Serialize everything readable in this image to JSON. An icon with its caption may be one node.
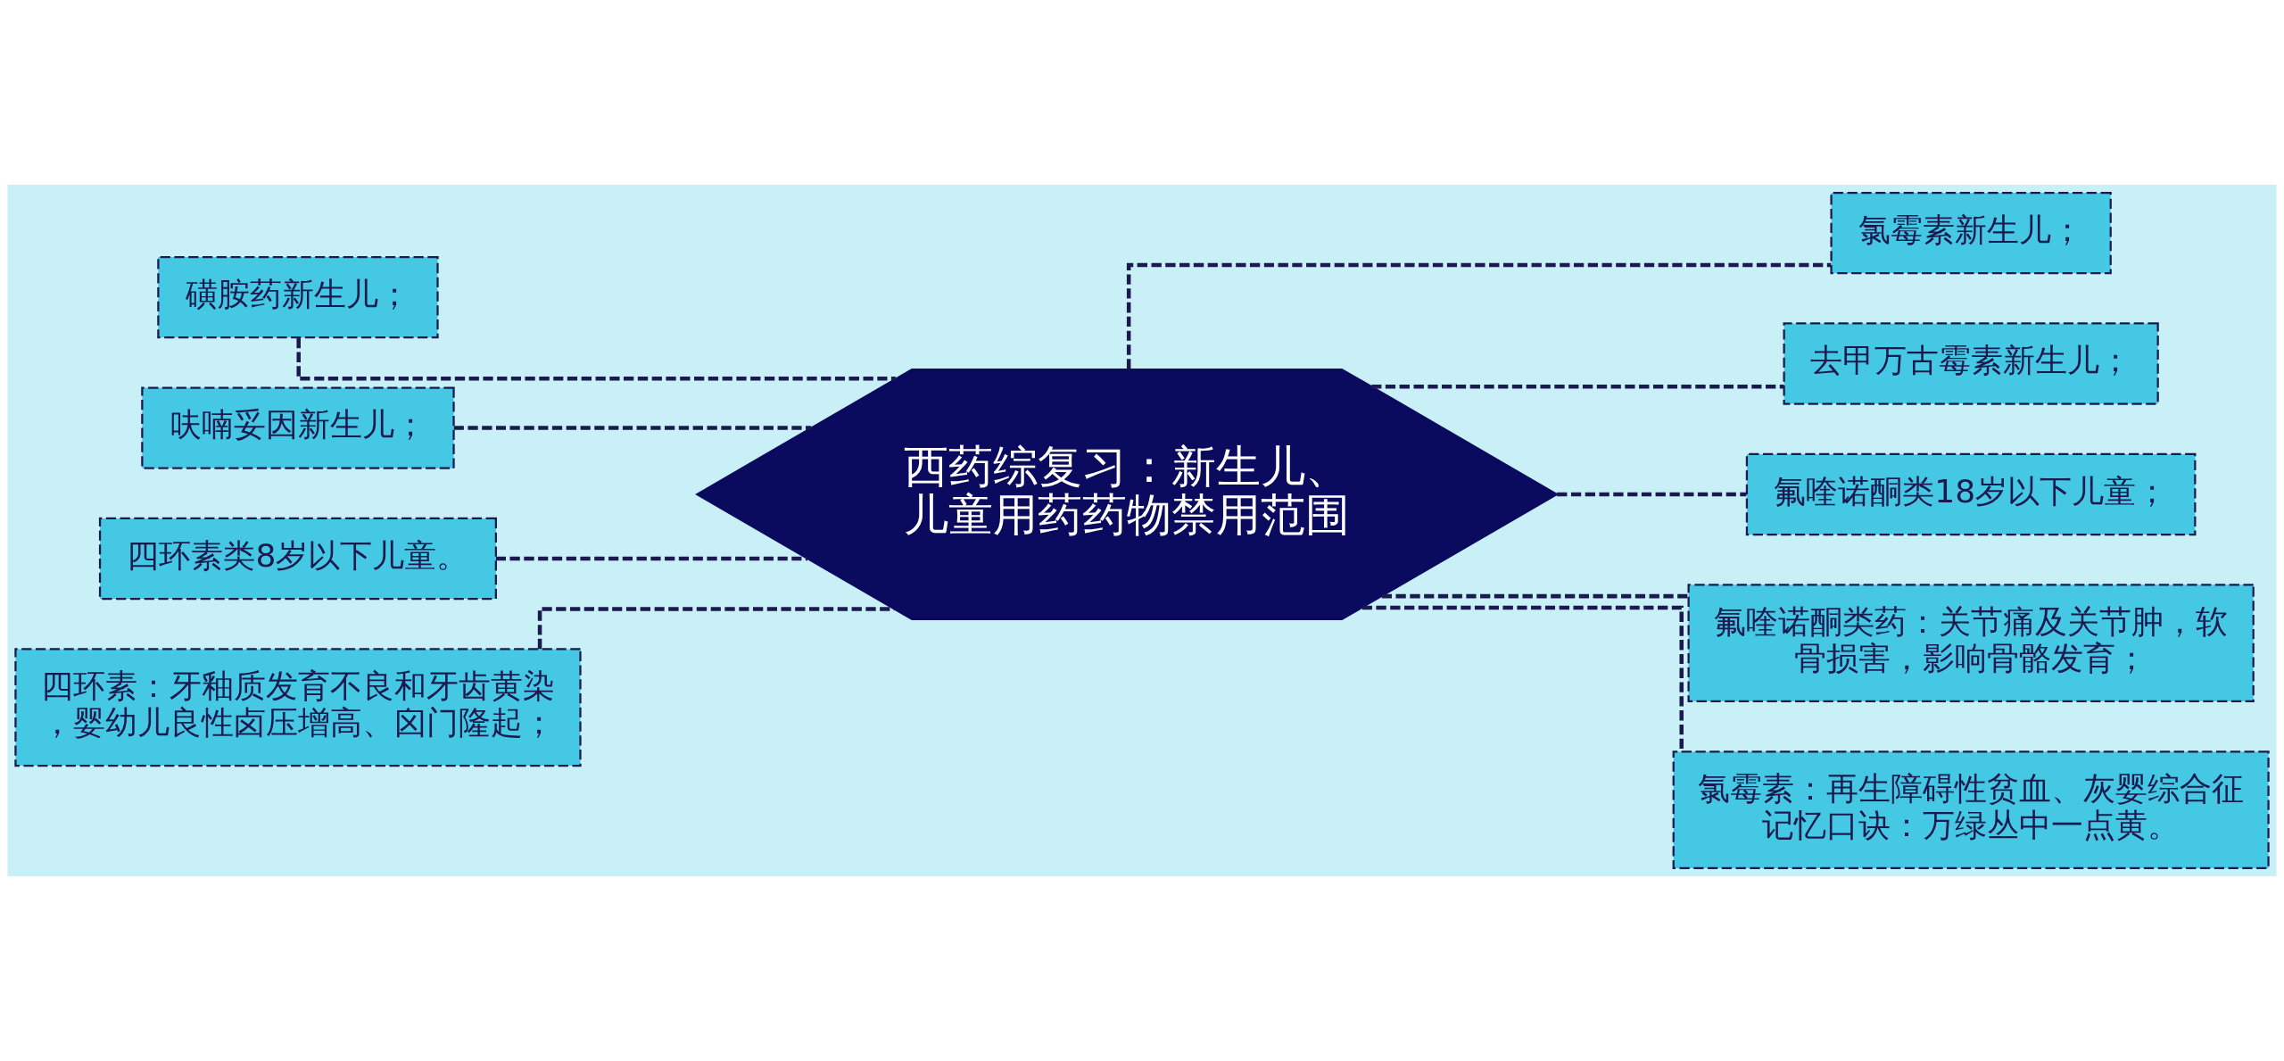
{
  "diagram": {
    "nodes": [
      {
        "text": [
          "西药综复习：新生儿、儿童用药药物禁用范围"
        ]
      },
      {
        "text": [
          "磺胺药新生儿；"
        ]
      },
      {
        "text": [
          "呋喃妥因新生儿；"
        ]
      },
      {
        "text": [
          "四环素类8岁以下儿童。"
        ]
      },
      {
        "text": [
          "四环素：牙釉质发育不良和牙齿黄染，婴幼儿良性卤压增高、囟门隆起；"
        ]
      },
      {
        "text": [
          "氯霉素新生儿；"
        ]
      },
      {
        "text": [
          "去甲万古霉素新生儿；"
        ]
      },
      {
        "text": [
          "氟喹诺酮类18岁以下儿童；"
        ]
      },
      {
        "text": [
          "氟喹诺酮类药：关节痛及关节肿，软骨损害，影响骨骼发育；"
        ]
      },
      {
        "text": [
          "氯霉素：再生障碍性贫血、灰婴综合征记忆口诀：万绿丛中一点黄。"
        ]
      }
    ],
    "edges": [
      {
        "from": 0,
        "to": 1,
        "arrow": "none",
        "style": "dashed"
      },
      {
        "from": 0,
        "to": 2,
        "arrow": "none",
        "style": "dashed"
      },
      {
        "from": 0,
        "to": 3,
        "arrow": "none",
        "style": "dashed"
      },
      {
        "from": 0,
        "to": 4,
        "arrow": "none",
        "style": "dashed"
      },
      {
        "from": 0,
        "to": 5,
        "arrow": "none",
        "style": "dashed"
      },
      {
        "from": 0,
        "to": 6,
        "arrow": "none",
        "style": "dashed"
      },
      {
        "from": 0,
        "to": 7,
        "arrow": "none",
        "style": "dashed"
      },
      {
        "from": 0,
        "to": 8,
        "arrow": "none",
        "style": "dashed"
      },
      {
        "from": 0,
        "to": 9,
        "arrow": "none",
        "style": "dashed"
      }
    ]
  }
}
